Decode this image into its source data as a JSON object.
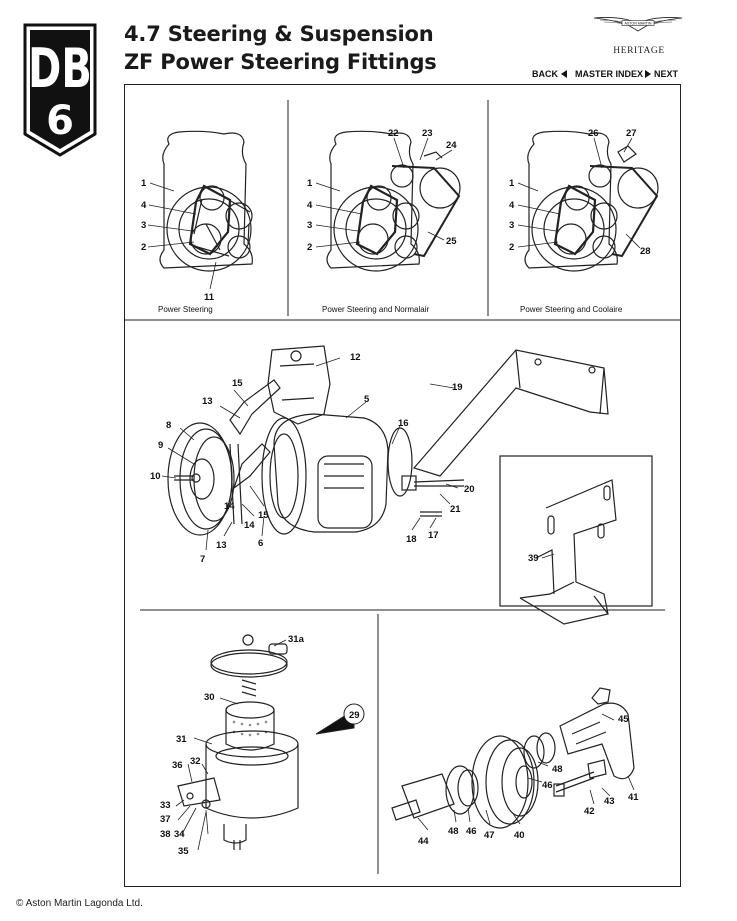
{
  "badge": {
    "text_top": "DB",
    "text_bottom": "6"
  },
  "header": {
    "title_line1": "4.7 Steering & Suspension",
    "title_line2": "ZF Power Steering Fittings",
    "brand_wordmark": "ASTON MARTIN",
    "brand_subtitle": "HERITAGE"
  },
  "nav": {
    "back": "BACK",
    "master_index": "MASTER INDEX",
    "next": "NEXT"
  },
  "panels": {
    "p1_caption": "Power Steering",
    "p2_caption": "Power Steering and Normalair",
    "p3_caption": "Power Steering and Coolaire"
  },
  "callouts": {
    "p1": [
      "1",
      "4",
      "3",
      "2",
      "11"
    ],
    "p2": [
      "22",
      "23",
      "24",
      "1",
      "4",
      "3",
      "2",
      "25"
    ],
    "p3": [
      "26",
      "27",
      "1",
      "4",
      "3",
      "2",
      "28"
    ],
    "pump": [
      "12",
      "19",
      "15",
      "13",
      "5",
      "16",
      "8",
      "9",
      "10",
      "14",
      "15",
      "14",
      "13",
      "6",
      "7",
      "20",
      "21",
      "18",
      "17"
    ],
    "bracket": [
      "39"
    ],
    "reservoir": [
      "31a",
      "30",
      "29",
      "31",
      "36",
      "32",
      "33",
      "37",
      "38",
      "34",
      "35"
    ],
    "pulley": [
      "45",
      "48",
      "46",
      "43",
      "41",
      "42",
      "44",
      "48",
      "46",
      "47",
      "40"
    ]
  },
  "footer": {
    "copyright": "© Aston Martin Lagonda Ltd."
  }
}
